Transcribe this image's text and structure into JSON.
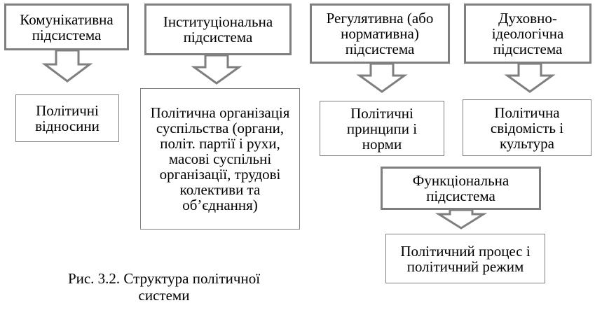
{
  "subsystems": [
    {
      "header": "Комунікативна підсистема",
      "body": "Політичні відносини"
    },
    {
      "header": "Інституціональна підсистема",
      "body": "Політична організація суспільства (органи, політ. партії і рухи, масові суспільні організації, трудові колективи та об’єднання)"
    },
    {
      "header": "Регулятивна (або нормативна) підсистема",
      "body": "Політичні принципи і норми"
    },
    {
      "header": "Духовно-ідеологічна підсистема",
      "body": "Політична свідомість і культура"
    },
    {
      "header": "Функціональна підсистема",
      "body": "Політичний процес і політичний режим"
    }
  ],
  "caption": "Рис. 3.2. Структура політичної системи"
}
